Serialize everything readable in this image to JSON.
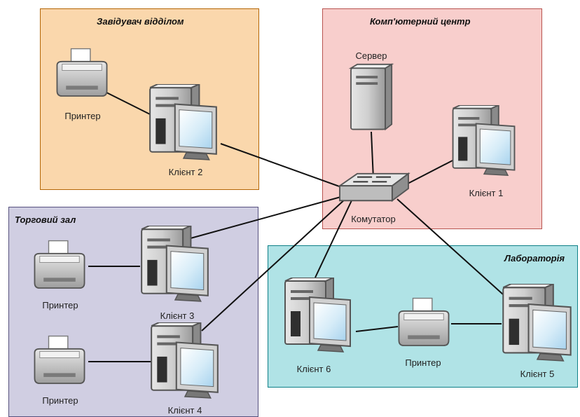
{
  "zones": {
    "head": {
      "title": "Завідувач відділом"
    },
    "computer_center": {
      "title": "Комп'ютерний центр"
    },
    "sales_hall": {
      "title": "Торговий зал"
    },
    "laboratory": {
      "title": "Лабораторія"
    }
  },
  "colors": {
    "head_fill": "#fad7ac",
    "head_stroke": "#b46504",
    "cc_fill": "#f8cecc",
    "cc_stroke": "#b85450",
    "sales_fill": "#d0cee2",
    "sales_stroke": "#56517e",
    "lab_fill": "#b0e3e6",
    "lab_stroke": "#0e8088"
  },
  "nodes": {
    "printer_head": {
      "label": "Принтер",
      "icon": "printer-icon"
    },
    "client2": {
      "label": "Клієнт 2",
      "icon": "workstation-icon"
    },
    "server": {
      "label": "Сервер",
      "icon": "server-icon"
    },
    "client1": {
      "label": "Клієнт 1",
      "icon": "workstation-icon"
    },
    "switch": {
      "label": "Комутатор",
      "icon": "switch-icon"
    },
    "printer_sales1": {
      "label": "Принтер",
      "icon": "printer-icon"
    },
    "client3": {
      "label": "Клієнт 3",
      "icon": "workstation-icon"
    },
    "printer_sales2": {
      "label": "Принтер",
      "icon": "printer-icon"
    },
    "client4": {
      "label": "Клієнт 4",
      "icon": "workstation-icon"
    },
    "client6": {
      "label": "Клієнт 6",
      "icon": "workstation-icon"
    },
    "printer_lab": {
      "label": "Принтер",
      "icon": "printer-icon"
    },
    "client5": {
      "label": "Клієнт 5",
      "icon": "workstation-icon"
    }
  },
  "links": [
    [
      "printer_head",
      "client2"
    ],
    [
      "client2",
      "switch"
    ],
    [
      "server",
      "switch"
    ],
    [
      "client1",
      "switch"
    ],
    [
      "client3",
      "switch"
    ],
    [
      "client4",
      "switch"
    ],
    [
      "client6",
      "switch"
    ],
    [
      "client5",
      "switch"
    ],
    [
      "printer_sales1",
      "client3"
    ],
    [
      "printer_sales2",
      "client4"
    ],
    [
      "client6",
      "printer_lab"
    ],
    [
      "printer_lab",
      "client5"
    ]
  ]
}
